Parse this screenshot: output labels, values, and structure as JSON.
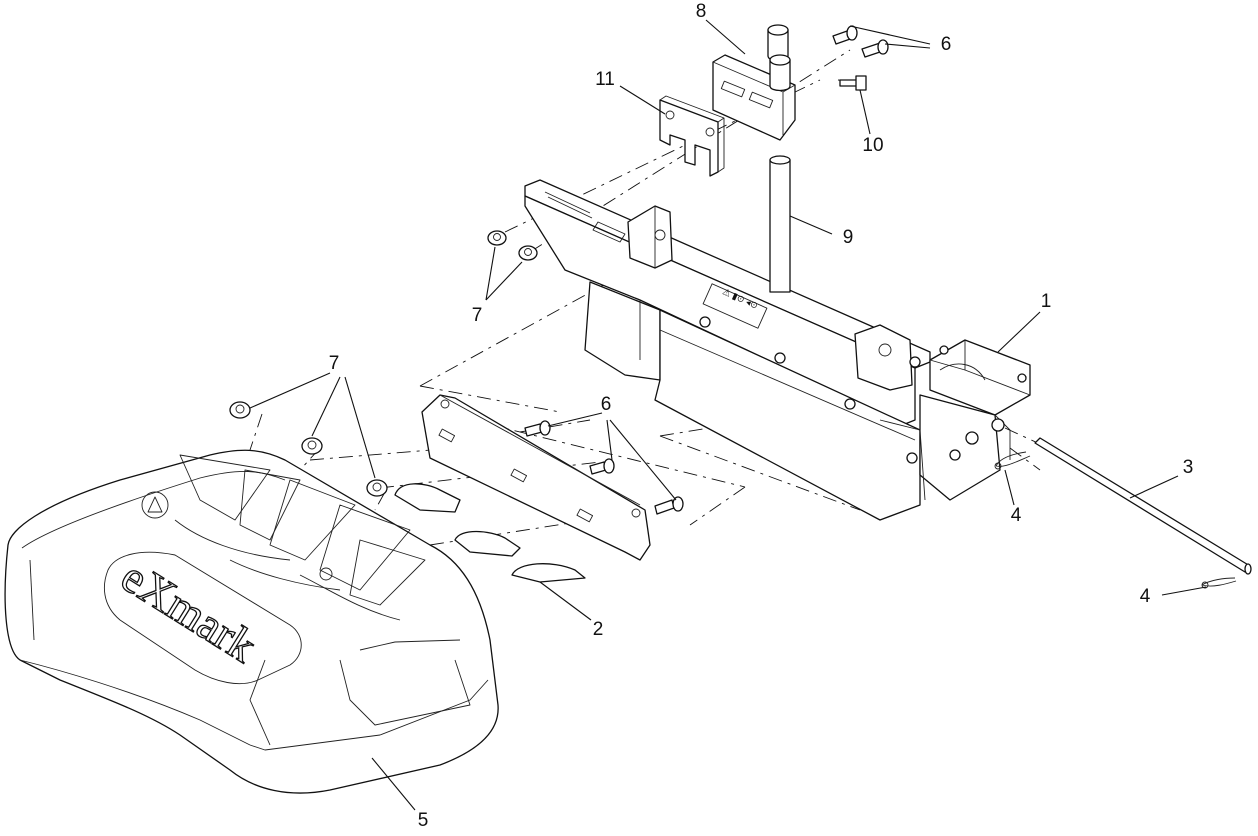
{
  "callouts": [
    {
      "id": "c1",
      "label": "1"
    },
    {
      "id": "c2",
      "label": "2"
    },
    {
      "id": "c3",
      "label": "3"
    },
    {
      "id": "c4a",
      "label": "4"
    },
    {
      "id": "c4b",
      "label": "4"
    },
    {
      "id": "c5",
      "label": "5"
    },
    {
      "id": "c6a",
      "label": "6"
    },
    {
      "id": "c6b",
      "label": "6"
    },
    {
      "id": "c7a",
      "label": "7"
    },
    {
      "id": "c7b",
      "label": "7"
    },
    {
      "id": "c8",
      "label": "8"
    },
    {
      "id": "c9",
      "label": "9"
    },
    {
      "id": "c10",
      "label": "10"
    },
    {
      "id": "c11",
      "label": "11"
    }
  ],
  "logo_text": "eXmark"
}
